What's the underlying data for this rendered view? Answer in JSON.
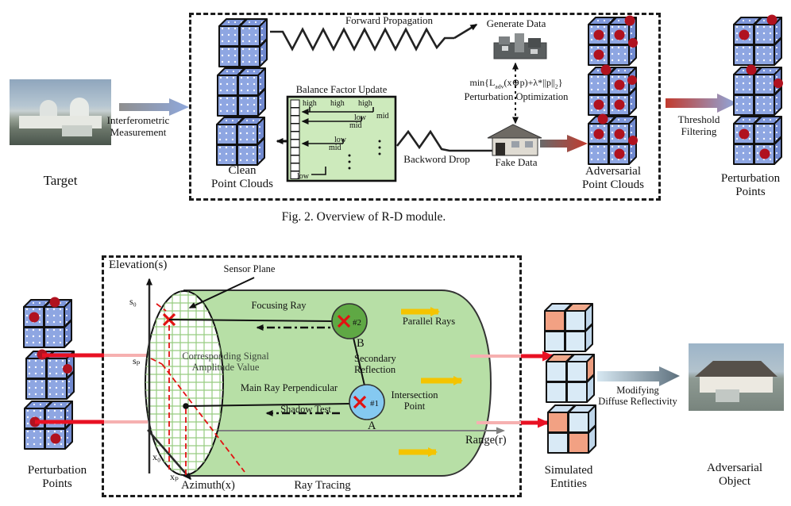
{
  "fig2": {
    "target_label": "Target",
    "interferometric": {
      "line1": "Interferometric",
      "line2": "Measurement"
    },
    "clean_points": {
      "line1": "Clean",
      "line2": "Point Clouds"
    },
    "forward_propagation": "Forward Propagation",
    "generate_data": "Generate Data",
    "formula": {
      "pre": "min{L",
      "sub1": "adv",
      "mid": "(x⊕p)+λ*||p||",
      "sub2": "2",
      "post": "}"
    },
    "perturbation_optimization": "Perturbation Optimization",
    "balance": {
      "title": "Balance Factor Update",
      "labels": [
        "high",
        "high",
        "high",
        "mid",
        "low",
        "mid",
        "low",
        "mid",
        "low"
      ]
    },
    "backword_drop": "Backword Drop",
    "fake_data": "Fake Data",
    "adversarial_points": {
      "line1": "Adversarial",
      "line2": "Point Clouds"
    },
    "threshold": {
      "line1": "Threshold",
      "line2": "Filtering"
    },
    "perturbation_points": {
      "line1": "Perturbation",
      "line2": "Points"
    },
    "caption": "Fig. 2. Overview of R-D module."
  },
  "fig3": {
    "perturbation_points": {
      "line1": "Perturbation",
      "line2": "Points"
    },
    "axes": {
      "elevation": "Elevation(s)",
      "azimuth": "Azimuth(x)",
      "range": "Range(r)",
      "s0": "s₀",
      "sp": "sₚ",
      "x0": "x₀",
      "xp": "xₚ"
    },
    "labels": {
      "sensor_plane": "Sensor Plane",
      "focusing_ray": "Focusing Ray",
      "parallel_rays": "Parallel Rays",
      "corresponding_signal": {
        "line1": "Corresponding Signal",
        "line2": "Amplitude Value"
      },
      "secondary_reflection": {
        "line1": "Secondary",
        "line2": "Reflection"
      },
      "main_ray": "Main Ray Perpendicular",
      "shadow_test": "Shadow Test",
      "intersection_point": {
        "line1": "Intersection",
        "line2": "Point"
      },
      "ray_tracing": "Ray Tracing",
      "point_a": "A",
      "point_b": "B",
      "num1": "#1",
      "num2": "#2"
    },
    "simulated_entities": {
      "line1": "Simulated",
      "line2": "Entities"
    },
    "modifying": {
      "line1": "Modifying",
      "line2": "Diffuse Reflectivity"
    },
    "adversarial_object": {
      "line1": "Adversarial",
      "line2": "Object"
    }
  },
  "colors": {
    "cube_blue": "#8ea6e2",
    "perturbation_red": "#b0121f",
    "cylinder_green": "#b7dfa6",
    "grid_green": "#96cc80",
    "sensor_circle_blue": "#85c9f1",
    "reflection_circle_green": "#5fa844",
    "ray_yellow": "#f4c400",
    "arrow_red": "#e81123",
    "arrow_pink": "#f6b0b0",
    "balance_green": "#cdeabc",
    "entity_blue": "#d9eaf6",
    "entity_orange": "#f2a183"
  }
}
